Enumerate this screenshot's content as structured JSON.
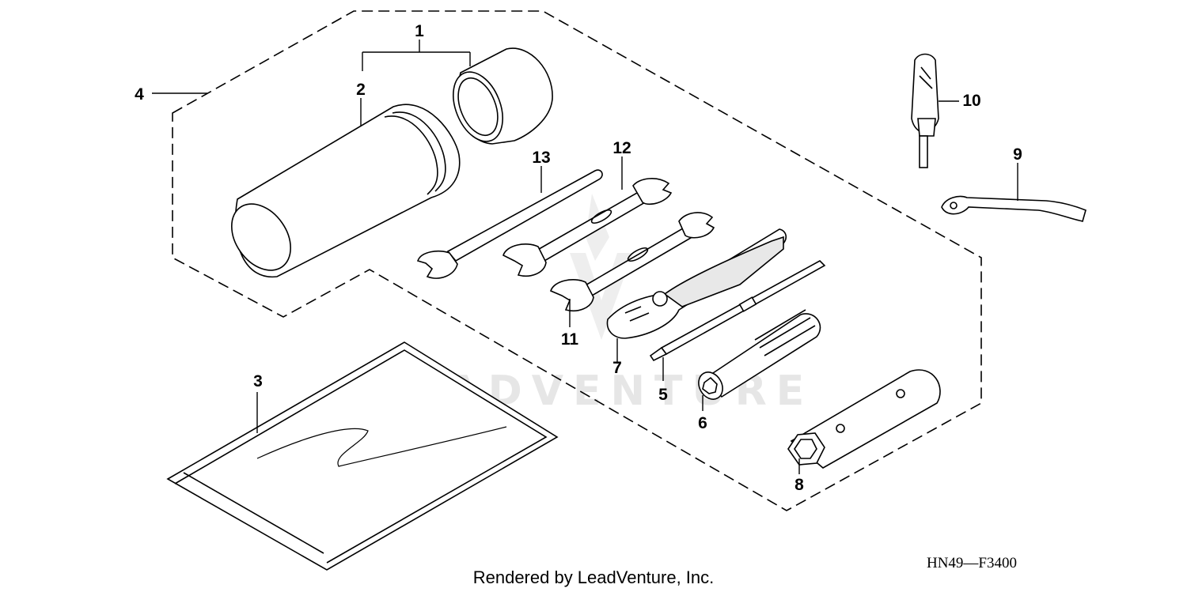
{
  "diagram": {
    "callouts": [
      "1",
      "2",
      "3",
      "4",
      "5",
      "6",
      "7",
      "8",
      "9",
      "10",
      "11",
      "12",
      "13"
    ],
    "drawing_code": "HN49—F3400",
    "credit": "Rendered by LeadVenture, Inc.",
    "watermark": "LEADVENTURE"
  },
  "parts": [
    {
      "callout": "1",
      "icon": "tool-case-assembly-icon"
    },
    {
      "callout": "2",
      "icon": "tool-case-tube-icon"
    },
    {
      "callout": "3",
      "icon": "manual-bag-icon"
    },
    {
      "callout": "4",
      "icon": "tool-kit-group-icon"
    },
    {
      "callout": "5",
      "icon": "screwdriver-icon"
    },
    {
      "callout": "6",
      "icon": "screwdriver-handle-icon"
    },
    {
      "callout": "7",
      "icon": "pliers-icon"
    },
    {
      "callout": "8",
      "icon": "plug-wrench-icon"
    },
    {
      "callout": "9",
      "icon": "pin-spanner-icon"
    },
    {
      "callout": "10",
      "icon": "valve-adjuster-icon"
    },
    {
      "callout": "11",
      "icon": "open-end-wrench-icon"
    },
    {
      "callout": "12",
      "icon": "open-end-wrench-icon"
    },
    {
      "callout": "13",
      "icon": "single-wrench-icon"
    }
  ]
}
